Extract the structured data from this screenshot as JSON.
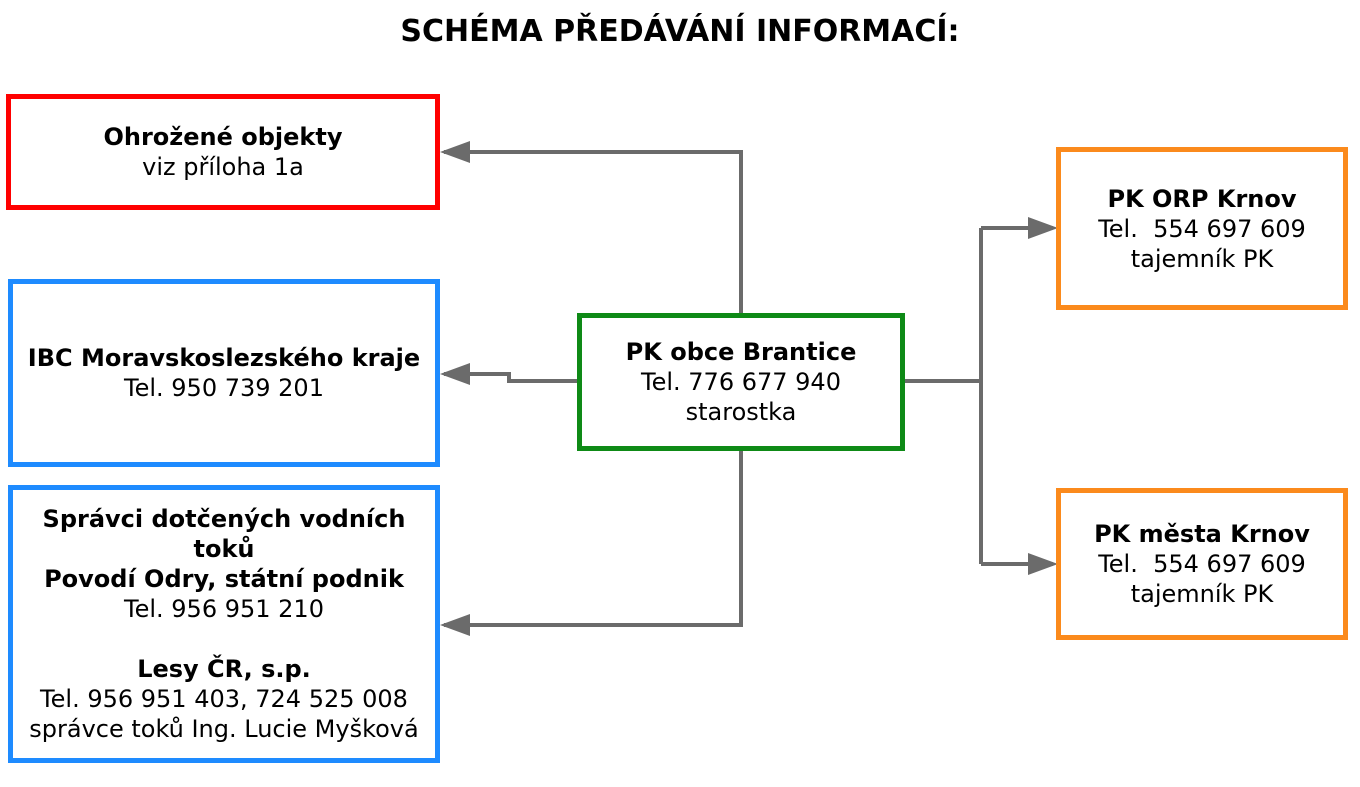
{
  "title": "SCHÉMA PŘEDÁVÁNÍ INFORMACÍ:",
  "colors": {
    "red_border": "#ff0000",
    "blue_border": "#1e8bff",
    "green_border": "#0e8a16",
    "orange_border": "#fb8a1c",
    "connector": "#6b6b6b"
  },
  "center": {
    "name": "PK obce Brantice",
    "phone": "Tel. 776 677 940",
    "role": "starostka"
  },
  "threatened": {
    "name": "Ohrožené objekty",
    "note": "viz příloha 1a"
  },
  "ibc": {
    "name": "IBC Moravskoslezského kraje",
    "phone": "Tel. 950 739 201"
  },
  "streams": {
    "heading_line1": "Správci dotčených vodních toků",
    "heading_line2": "Povodí Odry, státní podnik",
    "phone1": "Tel. 956 951 210",
    "org2": "Lesy ČR, s.p.",
    "phone2": "Tel. 956 951 403, 724 525 008",
    "manager": "správce toků Ing. Lucie Myšková"
  },
  "orp": {
    "name": "PK ORP Krnov",
    "phone": "Tel.  554 697 609",
    "role": "tajemník PK"
  },
  "city": {
    "name": "PK města Krnov",
    "phone": "Tel.  554 697 609",
    "role": "tajemník PK"
  }
}
